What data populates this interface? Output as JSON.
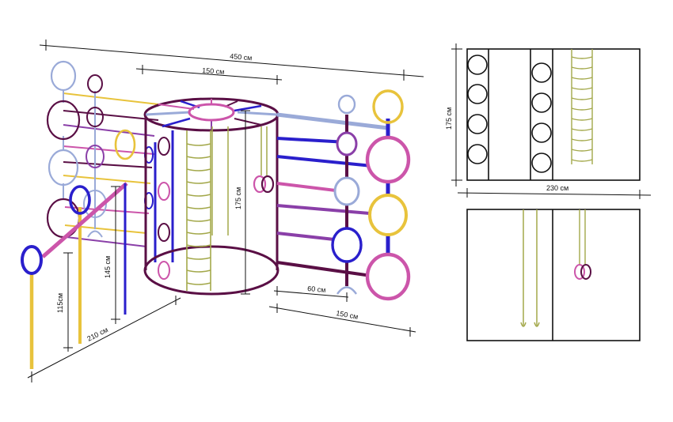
{
  "labels": {
    "total_width": "450 см",
    "cylinder_width": "150 см",
    "height": "175 см",
    "left_rail_height": "115см",
    "left_pole_height": "145 см",
    "depth": "210 см",
    "ladder_spacing": "60 см",
    "right_width": "150 см",
    "side_height": "175 см",
    "side_width": "230 см"
  },
  "colors": {
    "yellow": "#e8c33c",
    "magenta": "#cc55aa",
    "violet": "#8a3fa8",
    "blue": "#2a1fcc",
    "maroon": "#5a0f45",
    "lightblue": "#9aaad8",
    "olive": "#a3a84a",
    "dark": "#111111"
  }
}
